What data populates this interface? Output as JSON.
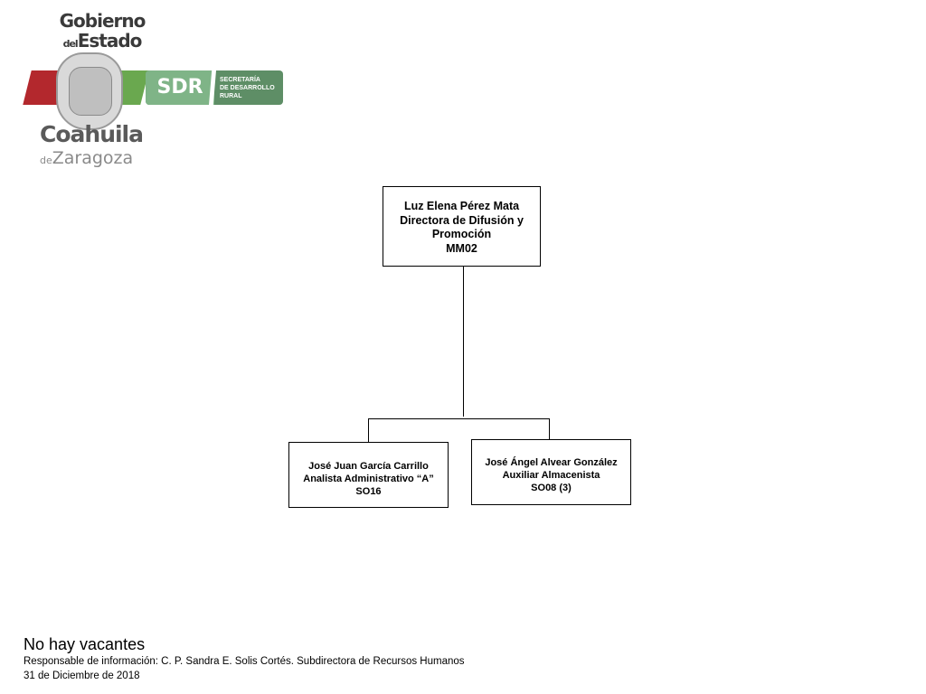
{
  "logo": {
    "gobierno": "Gobierno",
    "del": "del",
    "estado": "Estado",
    "sdr": "SDR",
    "sdr_line1": "SECRETARÍA",
    "sdr_line2": "DE DESARROLLO",
    "sdr_line3": "RURAL",
    "coahuila": "Coahuila",
    "de": "de",
    "zaragoza": "Zaragoza",
    "colors": {
      "red": "#b3282d",
      "green": "#6aa84f",
      "sdr_dark": "#5e8e66",
      "sdr_light": "#7fb487"
    }
  },
  "org": {
    "head": {
      "name": "Luz Elena Pérez Mata",
      "title_1": "Directora de Difusión y",
      "title_2": "Promoción",
      "code": "MM02"
    },
    "children": [
      {
        "name": "José Juan García Carrillo",
        "title": "Analista Administrativo “A”",
        "code": "SO16"
      },
      {
        "name": "José Ángel Alvear González",
        "title": "Auxiliar Almacenista",
        "code": "SO08 (3)"
      }
    ]
  },
  "footer": {
    "vacancies": "No  hay vacantes",
    "responsible": "Responsable de información: C. P. Sandra E. Solis Cortés. Subdirectora de Recursos Humanos",
    "date": "31 de Diciembre de 2018"
  }
}
